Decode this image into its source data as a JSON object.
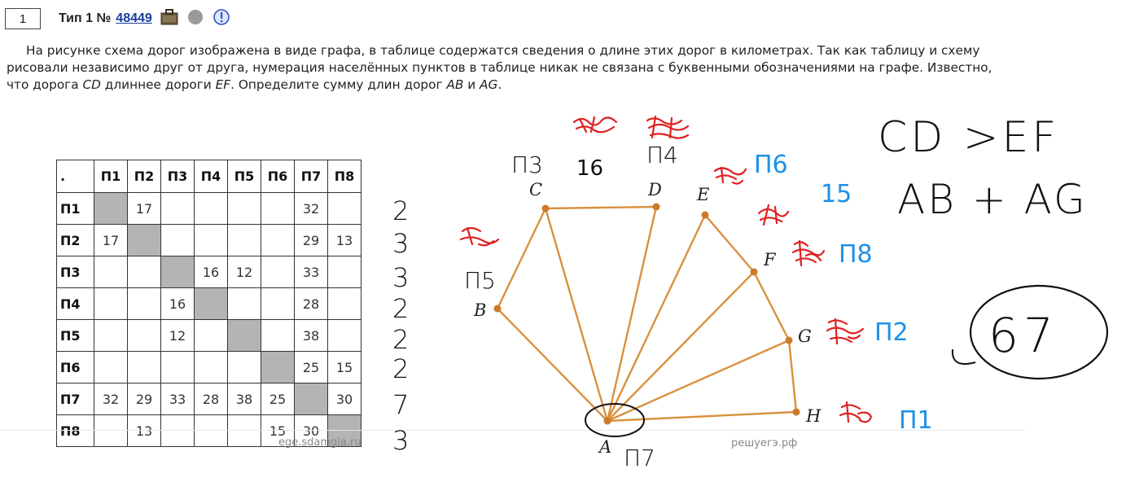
{
  "task": {
    "number": "1",
    "type_title": "Тип 1 №",
    "id": "48449",
    "icons": [
      "briefcase-icon",
      "gray-circle-icon",
      "info-icon"
    ]
  },
  "problem": {
    "text_1": "На рисунке схема дорог изображена в виде графа, в таблице содержатся сведения о длине этих дорог в километрах. Так как таблицу и схему рисовали независимо друг от друга, нумерация населённых пунктов в таблице никак не связана с буквенными обозначениями на графе. Известно, что дорога ",
    "cd": "CD",
    "text_2": " длиннее дороги ",
    "ef": "EF",
    "text_3": ". Определите сумму длин дорог ",
    "ab": "AB",
    "text_4": " и ",
    "ag": "AG",
    "text_5": "."
  },
  "table": {
    "corner": ".",
    "columns": [
      "П1",
      "П2",
      "П3",
      "П4",
      "П5",
      "П6",
      "П7",
      "П8"
    ],
    "rows": [
      {
        "label": "П1",
        "cells": [
          "",
          "17",
          "",
          "",
          "",
          "",
          "32",
          ""
        ]
      },
      {
        "label": "П2",
        "cells": [
          "17",
          "",
          "",
          "",
          "",
          "",
          "29",
          "13"
        ]
      },
      {
        "label": "П3",
        "cells": [
          "",
          "",
          "",
          "16",
          "12",
          "",
          "33",
          ""
        ]
      },
      {
        "label": "П4",
        "cells": [
          "",
          "",
          "16",
          "",
          "",
          "",
          "28",
          ""
        ]
      },
      {
        "label": "П5",
        "cells": [
          "",
          "",
          "12",
          "",
          "",
          "",
          "38",
          ""
        ]
      },
      {
        "label": "П6",
        "cells": [
          "",
          "",
          "",
          "",
          "",
          "",
          "25",
          "15"
        ]
      },
      {
        "label": "П7",
        "cells": [
          "32",
          "29",
          "33",
          "28",
          "38",
          "25",
          "",
          "30"
        ]
      },
      {
        "label": "П8",
        "cells": [
          "",
          "13",
          "",
          "",
          "",
          "15",
          "30",
          ""
        ]
      }
    ]
  },
  "graph": {
    "edge_color": "#d9913e",
    "vertex_color": "#cc7a2a",
    "vertices": [
      "A",
      "B",
      "C",
      "D",
      "E",
      "F",
      "G",
      "H"
    ]
  },
  "watermarks": {
    "left": "ege.sdamgia.ru",
    "right": "решуегэ.рф"
  },
  "handwriting": {
    "condition": "CD >EF",
    "sum": "AB + AG",
    "answer": "67",
    "row_degrees": [
      "2",
      "3",
      "3",
      "2",
      "2",
      "2",
      "7",
      "3"
    ],
    "edge_cd": "16",
    "edge_ef": "15",
    "labels": {
      "C": "П3",
      "D": "П4",
      "B": "П5",
      "A": "П7",
      "E": "П6",
      "F": "П8",
      "G": "П2",
      "H": "П1"
    }
  }
}
